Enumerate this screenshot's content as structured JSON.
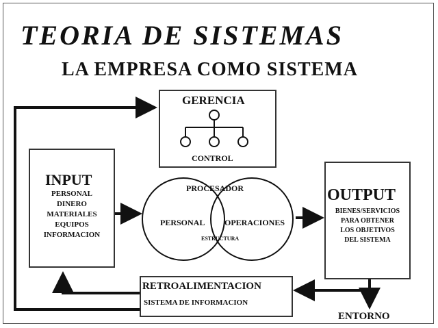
{
  "title": "TEORIA DE SISTEMAS",
  "subtitle": "LA EMPRESA COMO SISTEMA",
  "gerencia": {
    "label": "GERENCIA",
    "footer": "CONTROL"
  },
  "input": {
    "heading": "INPUT",
    "items": [
      "PERSONAL",
      "DINERO",
      "MATERIALES",
      "EQUIPOS",
      "INFORMACION"
    ]
  },
  "procesador": {
    "label": "PROCESADOR",
    "left": "PERSONAL",
    "right": "OPERACIONES",
    "center": "ESTRUCTURA"
  },
  "output": {
    "heading": "OUTPUT",
    "items": [
      "BIENES/SERVICIOS",
      "PARA OBTENER",
      "LOS OBJETIVOS",
      "DEL SISTEMA"
    ]
  },
  "retroalimentacion": {
    "label": "RETROALIMENTACION",
    "sub": "SISTEMA DE INFORMACION"
  },
  "entorno": "ENTORNO"
}
